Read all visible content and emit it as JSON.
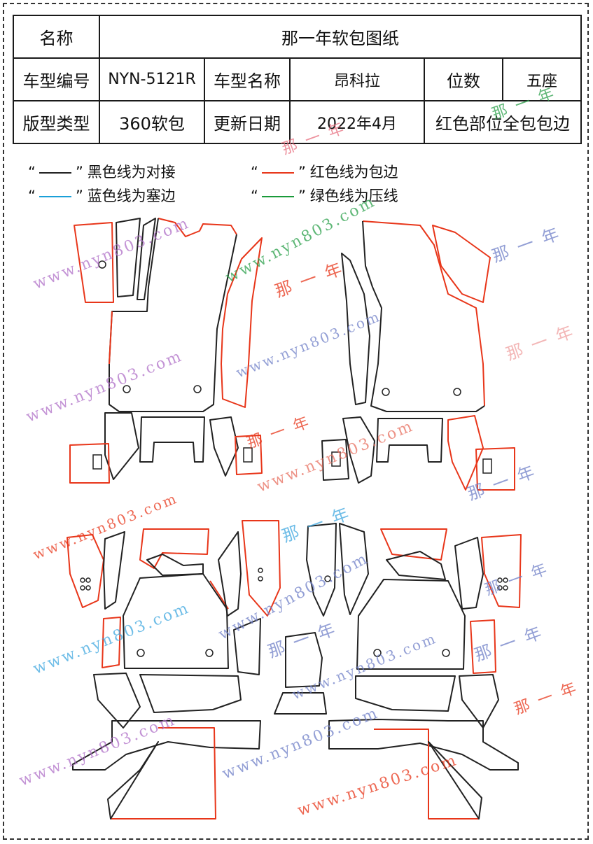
{
  "table": {
    "row1": {
      "label": "名称",
      "value": "那一年软包图纸"
    },
    "row2": {
      "label1": "车型编号",
      "value1": "NYN-5121R",
      "label2": "车型名称",
      "value2": "昂科拉",
      "label3": "位数",
      "value3": "五座"
    },
    "row3": {
      "label1": "版型类型",
      "value1": "360软包",
      "label2": "更新日期",
      "value2": "2022年4月",
      "value3": "红色部位全包包边"
    }
  },
  "legend": {
    "black": {
      "text": "黑色线为对接",
      "color": "#222222"
    },
    "red": {
      "text": "红色线为包边",
      "color": "#e8361a"
    },
    "blue": {
      "text": "蓝色线为塞边",
      "color": "#1aa0d8"
    },
    "green": {
      "text": "绿色线为压线",
      "color": "#1a9a3a"
    }
  },
  "watermarks": {
    "site": "www.nyn803.com",
    "brand": "那 一 年"
  }
}
